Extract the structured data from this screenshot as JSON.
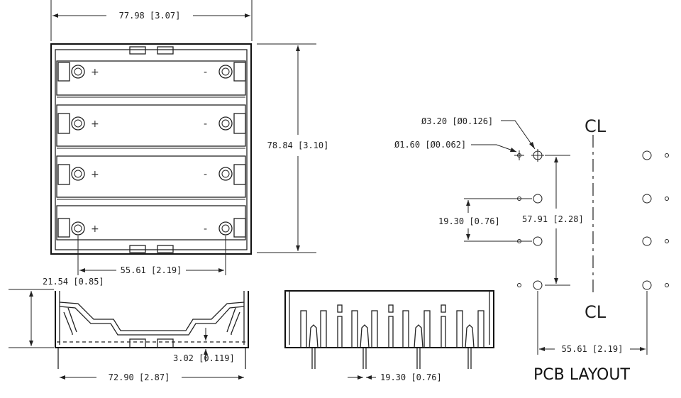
{
  "dimensions": {
    "top_width": "77.98 [3.07]",
    "height": "78.84 [3.10]",
    "contact_span": "55.61 [2.19]",
    "side_height": "21.54 [0.85]",
    "side_length": "72.90 [2.87]",
    "base_thickness": "3.02 [0.119]",
    "front_pitch": "19.30 [0.76]"
  },
  "pcb": {
    "title": "PCB LAYOUT",
    "centerline_mark": "CL",
    "large_hole": "Ø3.20 [Ø0.126]",
    "small_hole": "Ø1.60 [Ø0.062]",
    "pitch": "19.30 [0.76]",
    "span": "57.91 [2.28]",
    "width": "55.61 [2.19]"
  },
  "cells": {
    "plus": "+",
    "minus": "-",
    "count": 4
  }
}
